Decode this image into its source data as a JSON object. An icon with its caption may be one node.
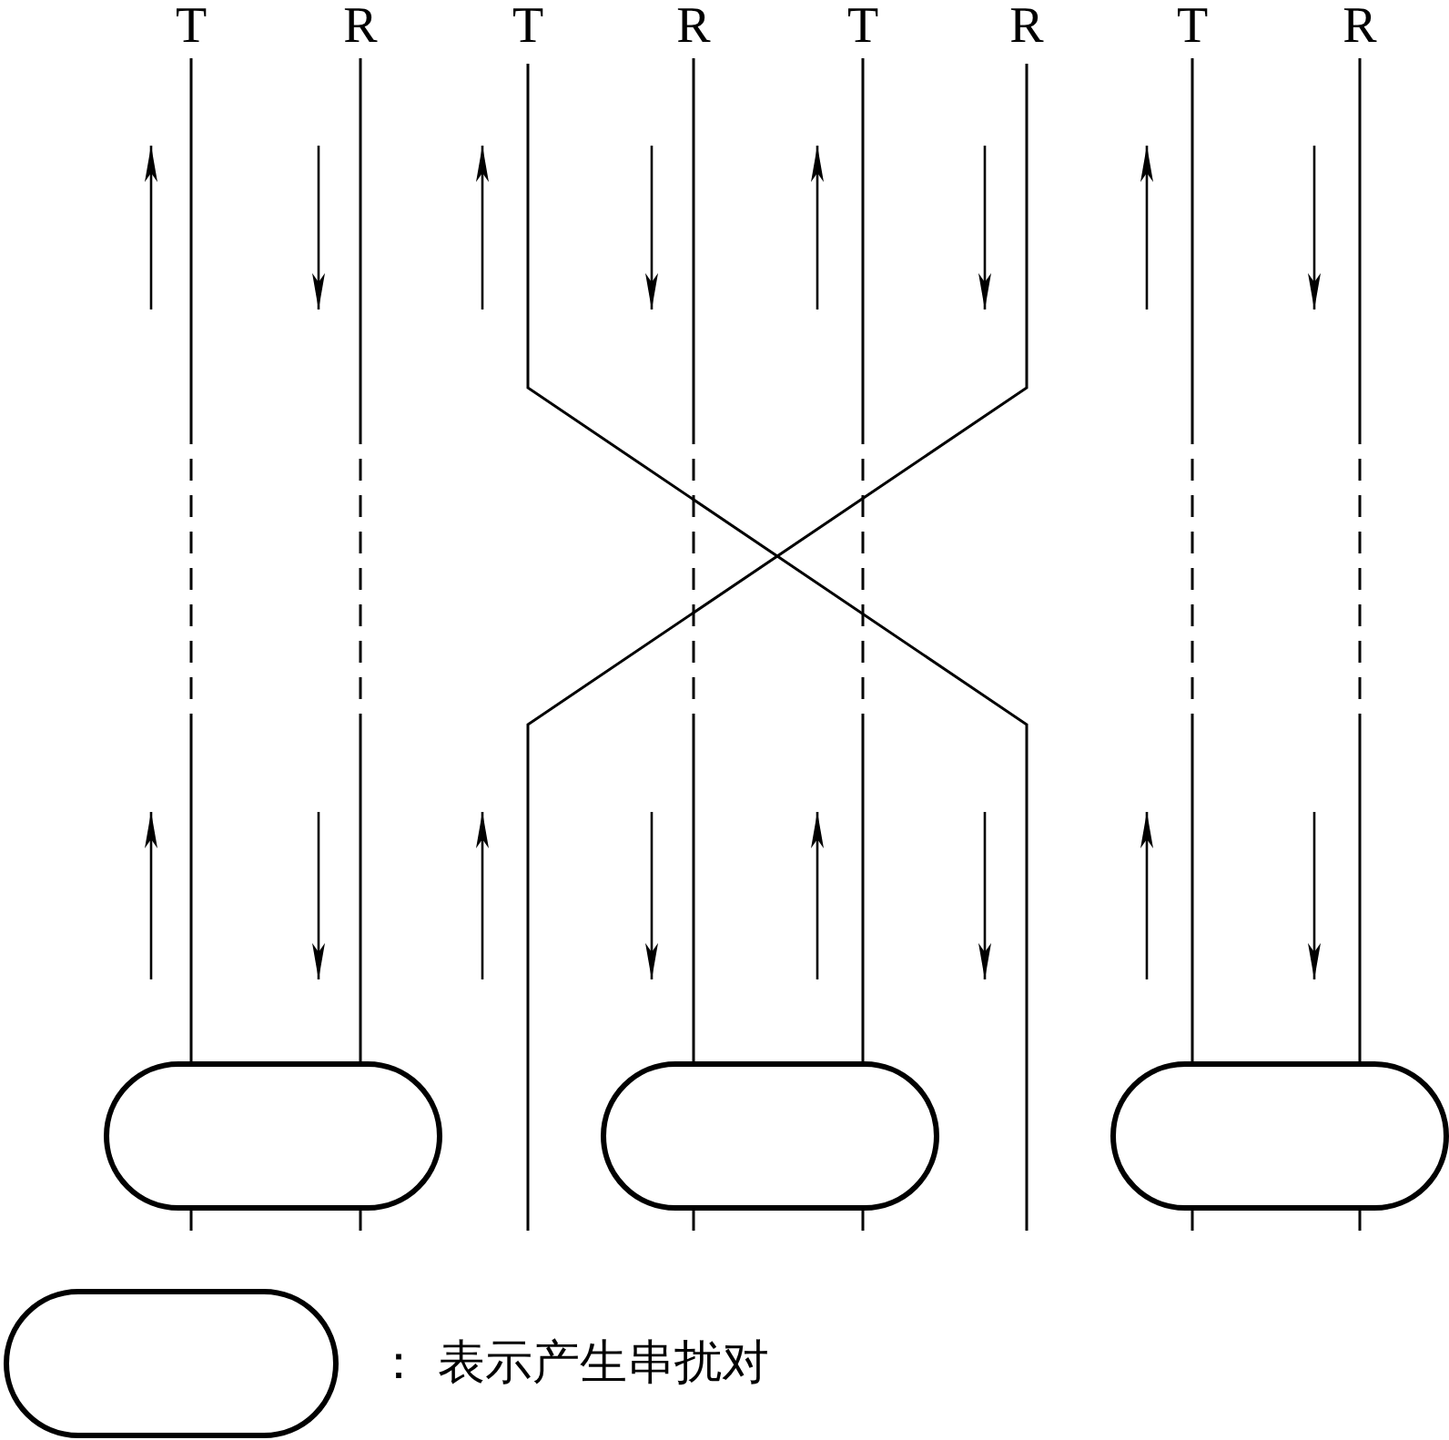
{
  "diagram": {
    "nodes": [
      {
        "text": [],
        "shape": "stadium"
      },
      {
        "text": [],
        "shape": "stadium"
      },
      {
        "text": [],
        "shape": "stadium"
      },
      {
        "text": [],
        "shape": "stadium"
      }
    ],
    "labels": [
      "T",
      "R",
      "T",
      "R",
      "T",
      "R",
      "T",
      "R"
    ],
    "legend": [
      {
        "text": "： 表示产生串扰对"
      }
    ]
  }
}
